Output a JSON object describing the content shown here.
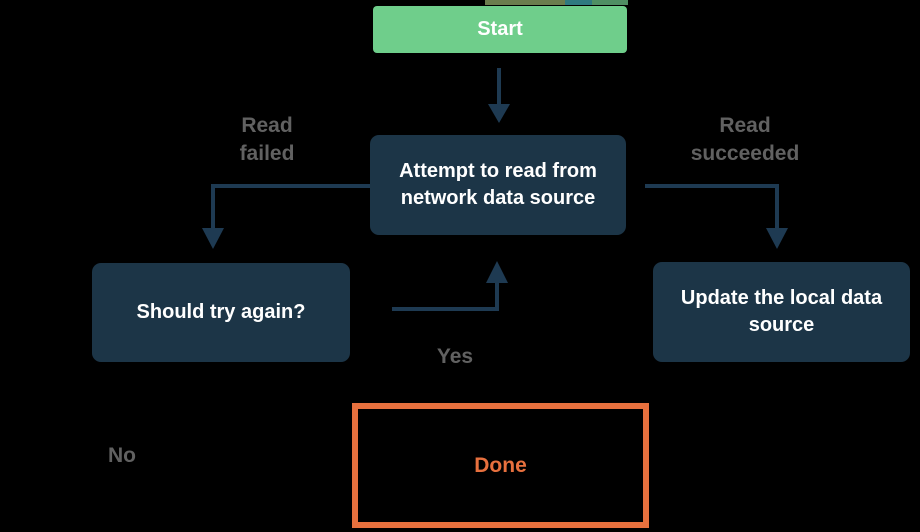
{
  "colors": {
    "background": "#000000",
    "node_fill": "#1C3547",
    "node_text": "#FFFFFF",
    "start_fill": "#6FCE8B",
    "arrow": "#1E3A52",
    "edge_label_text": "#616161",
    "done_accent": "#E7703E"
  },
  "nodes": {
    "start": {
      "label": "Start"
    },
    "attempt": {
      "label": "Attempt to read from network data source"
    },
    "retry": {
      "label": "Should try again?"
    },
    "update": {
      "label": "Update the local data source"
    },
    "done": {
      "label": "Done"
    }
  },
  "edge_labels": {
    "read_failed": "Read\nfailed",
    "read_succeeded": "Read\nsucceeded",
    "yes": "Yes",
    "no": "No"
  }
}
